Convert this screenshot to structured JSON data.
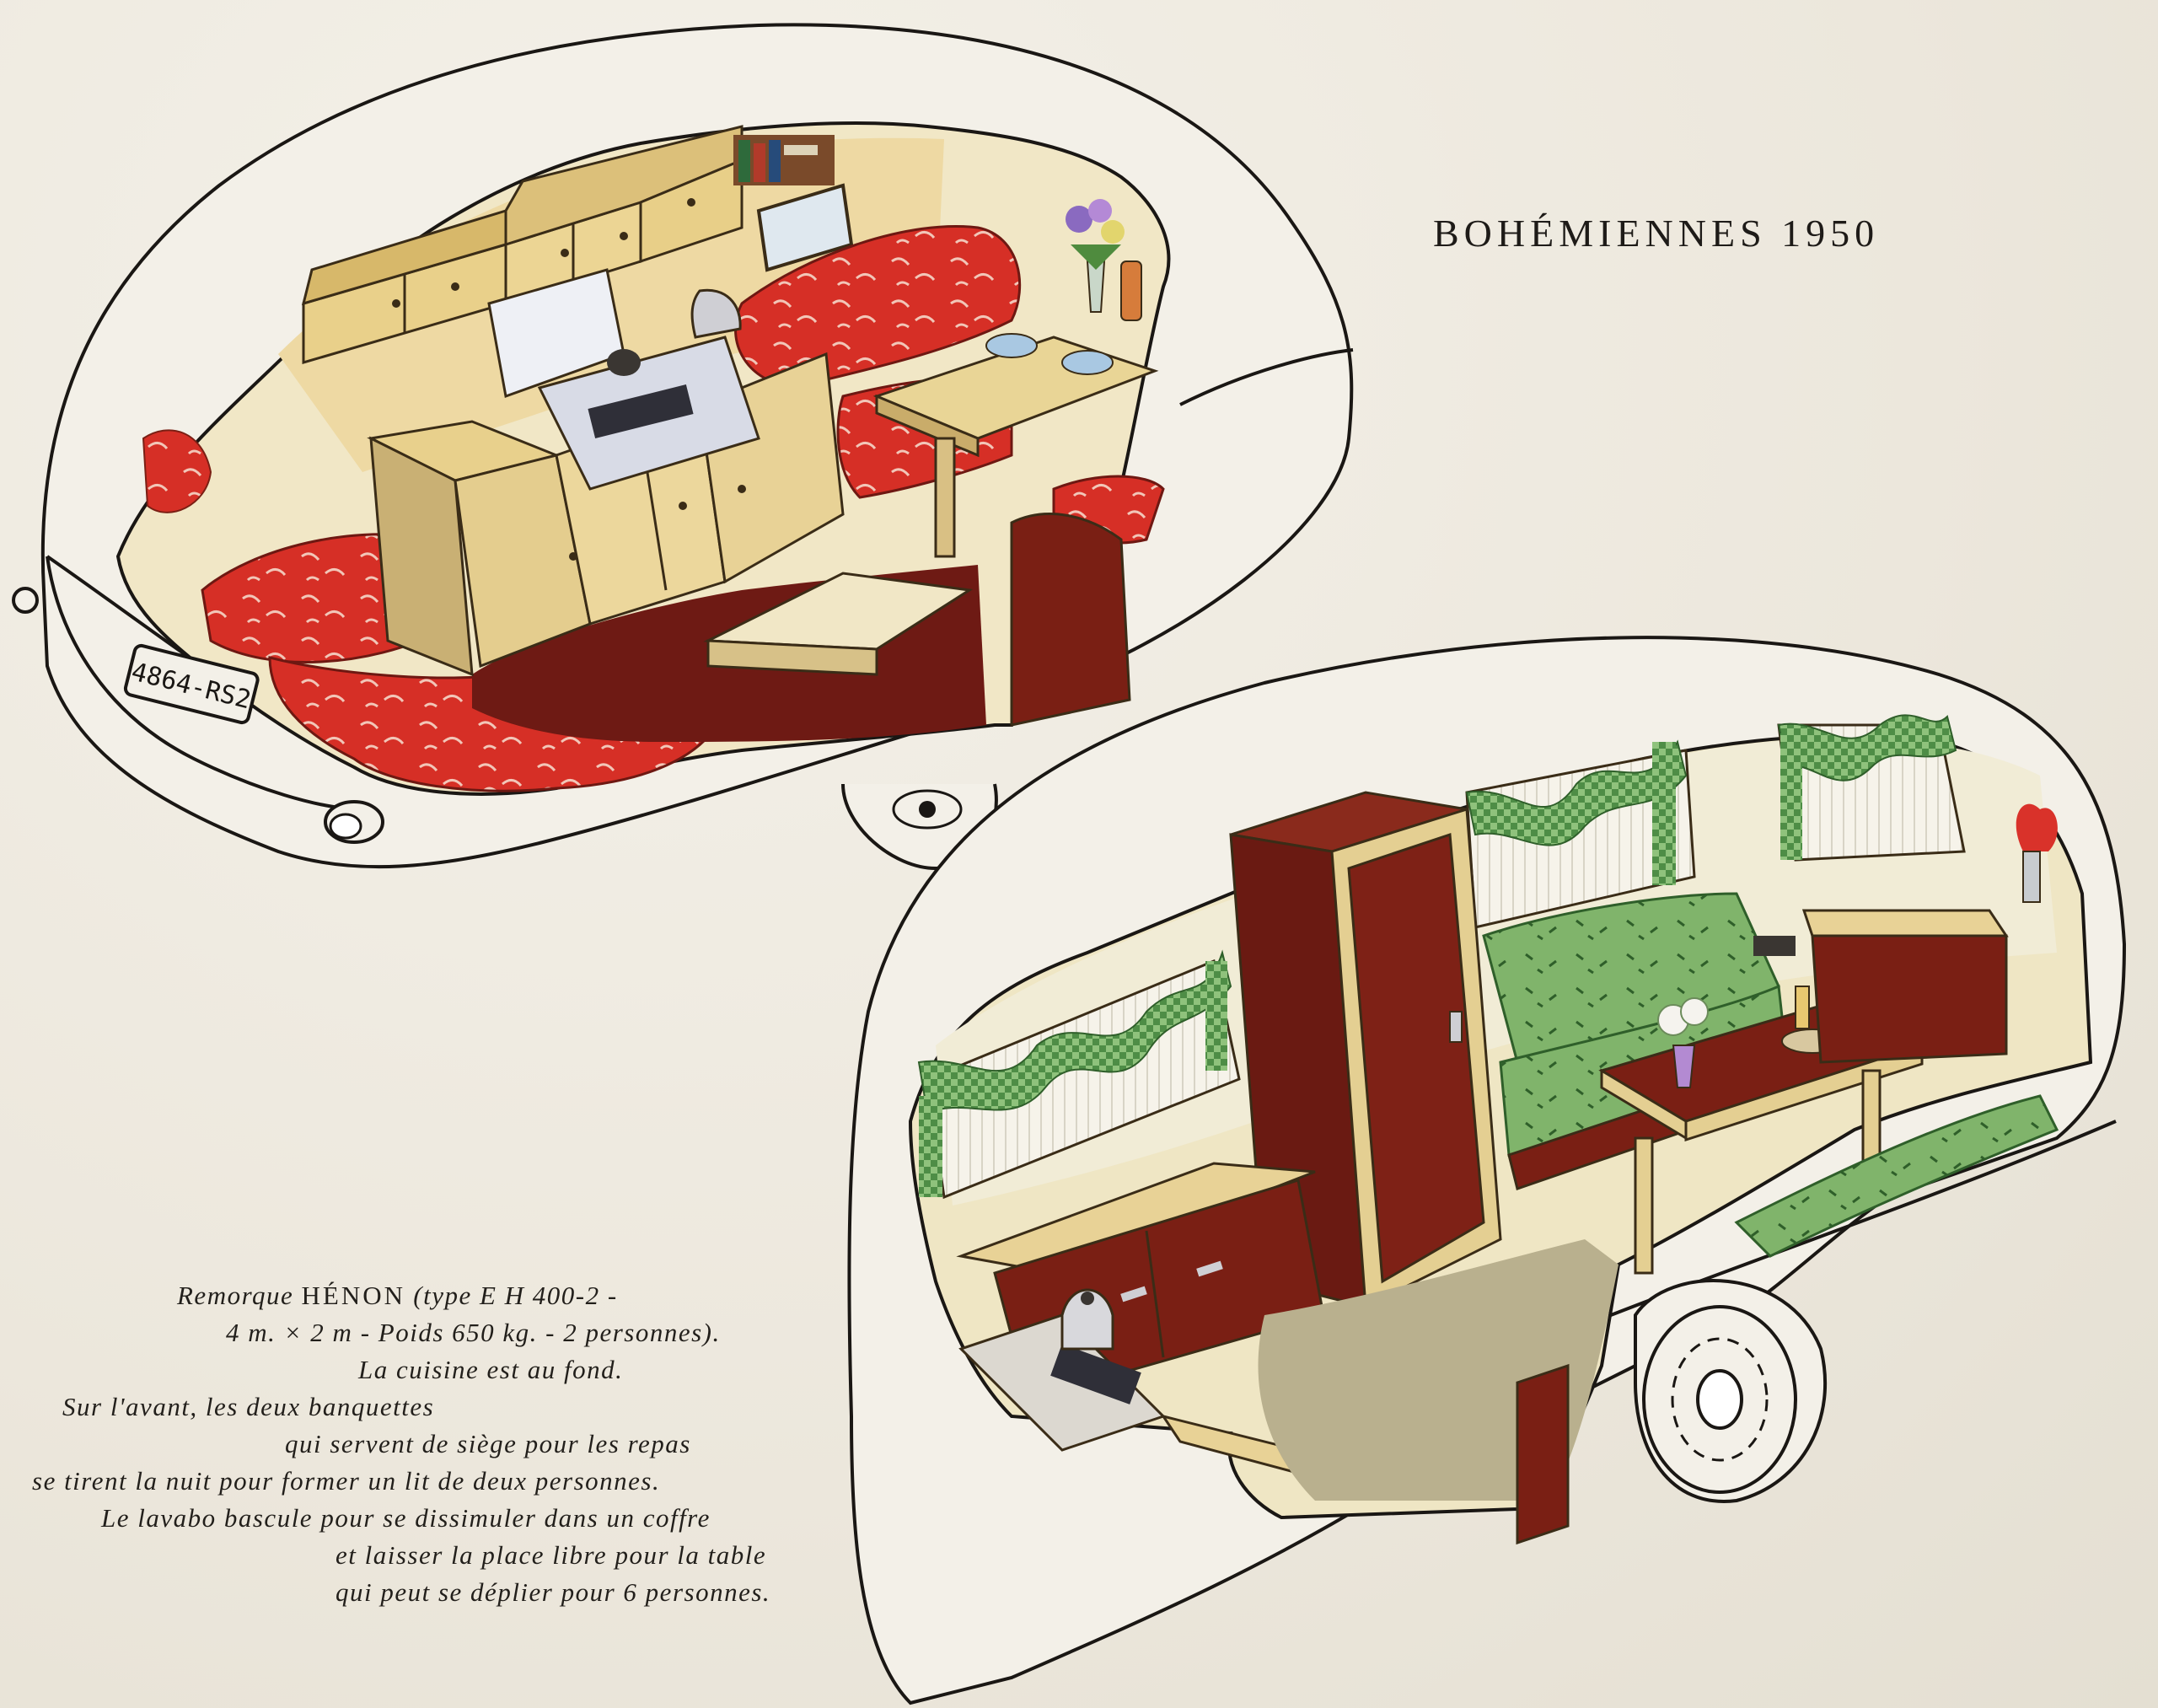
{
  "title": "BOHÉMIENNES 1950",
  "plate": "4864-RS2",
  "caption": {
    "line1_pre": "Remorque ",
    "line1_brand": "HÉNON",
    "line1_post": " (type E H 400-2 -",
    "line2": "4 m.  × 2 m - Poids 650 kg. - 2 personnes).",
    "line3": "La cuisine est au fond.",
    "line4": "Sur l'avant, les deux banquettes",
    "line5": "qui servent de siège pour les repas",
    "line6": "se tirent la nuit pour former un lit de deux personnes.",
    "line7": "Le lavabo bascule pour se dissimuler dans un coffre",
    "line8": "et laisser la place libre pour la table",
    "line9": "qui peut se déplier pour 6 personnes."
  },
  "colors": {
    "paper": "#efebe1",
    "upholstery_red": "#d9322a",
    "upholstery_green": "#7cb067",
    "wood_light": "#e8d28e",
    "wood_dark": "#7a1f14",
    "outline": "#1a1714"
  }
}
